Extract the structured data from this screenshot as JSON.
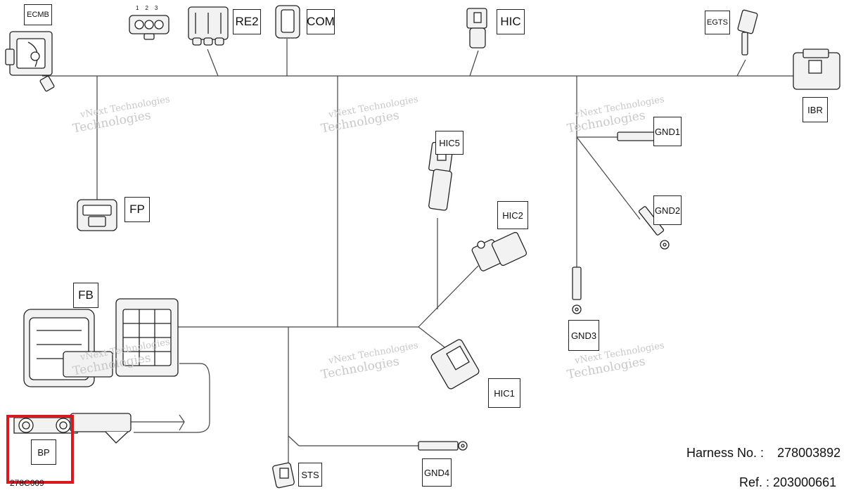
{
  "connectors": {
    "ecmb": "ECMB",
    "re2": "RE2",
    "com": "COM",
    "hic": "HIC",
    "egts": "EGTS",
    "ibr": "IBR",
    "fp": "FP",
    "hic5": "HIC5",
    "hic2": "HIC2",
    "gnd1": "GND1",
    "gnd2": "GND2",
    "gnd3": "GND3",
    "fb": "FB",
    "hic1": "HIC1",
    "bp": "BP",
    "sts": "STS",
    "gnd4": "GND4"
  },
  "pin_numbers": [
    "1",
    "2",
    "3"
  ],
  "watermark": {
    "line1": "vNext Technologies",
    "line2": "Technologies"
  },
  "harness": {
    "label": "Harness No. :",
    "number": "278003892"
  },
  "ref": {
    "label": "Ref. :",
    "number": "203000661"
  },
  "part_code": "278C009",
  "colors": {
    "wire": "#444444",
    "highlight": "#d71920",
    "watermark": "#c8c8c8"
  }
}
